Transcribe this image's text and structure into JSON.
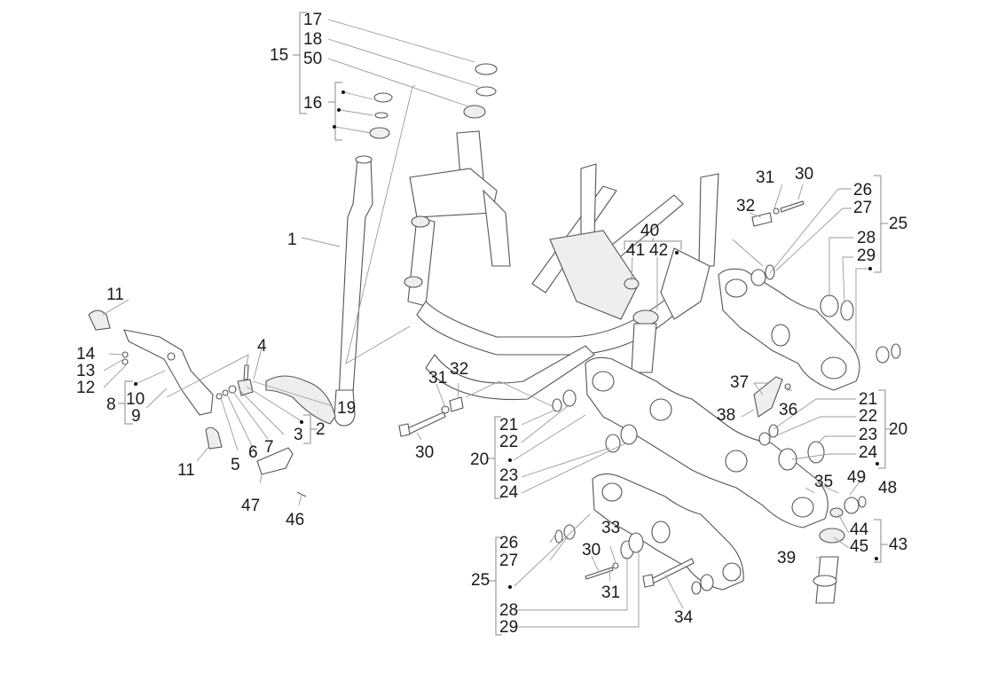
{
  "diagram": {
    "type": "exploded-parts-diagram",
    "subject": "Scooter frame, steering column and engine swing-arm assembly",
    "background_color": "#ffffff",
    "line_color": "#555555",
    "label_color": "#1a1a1a",
    "labels": {
      "p1": "1",
      "p2": "2",
      "p3": "3",
      "p4": "4",
      "p5": "5",
      "p6": "6",
      "p7": "7",
      "p8": "8",
      "p9": "9",
      "p10": "10",
      "p11a": "11",
      "p11b": "11",
      "p12": "12",
      "p13": "13",
      "p14": "14",
      "p15": "15",
      "p16": "16",
      "p17": "17",
      "p18": "18",
      "p19": "19",
      "p50": "50",
      "p20a": "20",
      "p21a": "21",
      "p22a": "22",
      "p23a": "23",
      "p24a": "24",
      "p20b": "20",
      "p21b": "21",
      "p22b": "22",
      "p23b": "23",
      "p24b": "24",
      "p25a": "25",
      "p26a": "26",
      "p27a": "27",
      "p28a": "28",
      "p29a": "29",
      "p25b": "25",
      "p26b": "26",
      "p27b": "27",
      "p28b": "28",
      "p29b": "29",
      "p30a": "30",
      "p31a": "31",
      "p32a": "32",
      "p30b": "30",
      "p31b": "31",
      "p32b": "32",
      "p30c": "30",
      "p31c": "31",
      "p33": "33",
      "p34": "34",
      "p35": "35",
      "p36": "36",
      "p37": "37",
      "p38": "38",
      "p39": "39",
      "p40": "40",
      "p41": "41",
      "p42": "42",
      "p43": "43",
      "p44": "44",
      "p45": "45",
      "p46": "46",
      "p47": "47",
      "p48": "48",
      "p49": "49"
    },
    "groups": [
      {
        "id": "2",
        "members": [
          "3",
          "•"
        ]
      },
      {
        "id": "8",
        "members": [
          "•",
          "10",
          "9"
        ]
      },
      {
        "id": "15",
        "members": [
          "17",
          "18",
          "50",
          "16"
        ]
      },
      {
        "id": "16",
        "members": [
          "•",
          "•",
          "•"
        ]
      },
      {
        "id": "20",
        "members": [
          "21",
          "22",
          "•",
          "23",
          "24"
        ]
      },
      {
        "id": "25",
        "members": [
          "26",
          "27",
          "28",
          "29",
          "•"
        ]
      },
      {
        "id": "40",
        "members": [
          "41",
          "42",
          "•"
        ]
      },
      {
        "id": "43",
        "members": [
          "44",
          "45",
          "•"
        ]
      }
    ]
  }
}
